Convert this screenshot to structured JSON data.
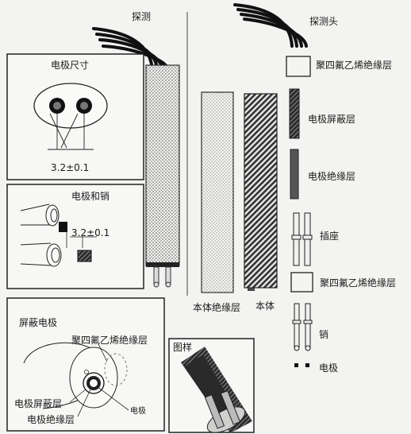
{
  "labels": {
    "probe": "探测",
    "probe_head": "探测头",
    "ptfe_top": "聚四氟乙烯绝缘层",
    "electrode_shield": "电极屏蔽层",
    "electrode_insulation": "电极绝缘层",
    "socket": "插座",
    "ptfe_mid": "聚四氟乙烯绝缘层",
    "pin": "销",
    "electrode": "电极",
    "body_insulation": "本体绝缘层",
    "body": "本体"
  },
  "panels": {
    "size": {
      "title": "电极尺寸",
      "dim": "3.2±0.1"
    },
    "pin": {
      "title": "电极和销",
      "dim": "3.2±0.1"
    },
    "shield": {
      "title": "屏蔽电极",
      "ptfe": "聚四氟乙烯绝缘层",
      "shield_layer": "电极屏蔽层",
      "insulation_layer": "电极绝缘层",
      "electrode_cut": "电极"
    },
    "sample": {
      "title": "图样"
    }
  }
}
